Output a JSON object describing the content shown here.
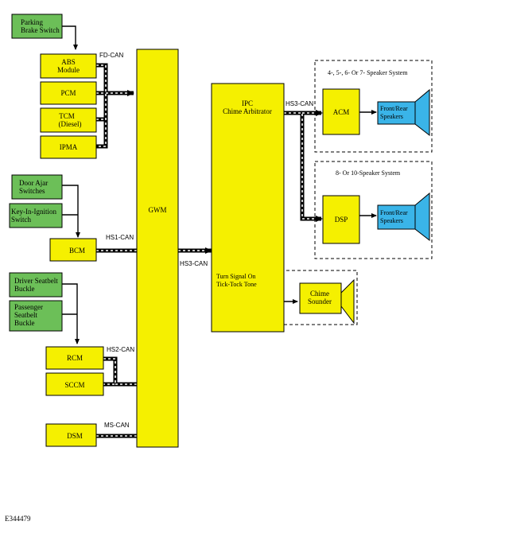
{
  "colors": {
    "module": "#f5f000",
    "input": "#6cbf58",
    "speaker": "#3ab4e8",
    "line": "#000000"
  },
  "inputs": {
    "parking_brake_switch": [
      "Parking",
      "Brake Switch"
    ],
    "door_ajar_switches": [
      "Door Ajar",
      "Switches"
    ],
    "key_in_ignition_switch": [
      "Key-In-Ignition",
      "Switch"
    ],
    "driver_seatbelt_buckle": [
      "Driver Seatbelt",
      "Buckle"
    ],
    "passenger_seatbelt_buckle": [
      "Passenger",
      "Seatbelt",
      "Buckle"
    ]
  },
  "modules": {
    "abs": [
      "ABS",
      "Module"
    ],
    "pcm": [
      "PCM"
    ],
    "tcm": [
      "TCM",
      "(Diesel)"
    ],
    "ipma": [
      "IPMA"
    ],
    "bcm": [
      "BCM"
    ],
    "rcm": [
      "RCM"
    ],
    "sccm": [
      "SCCM"
    ],
    "dsm": [
      "DSM"
    ],
    "gwm": [
      "GWM"
    ],
    "ipc": [
      "IPC",
      "Chime Arbitrator"
    ],
    "acm": [
      "ACM"
    ],
    "dsp": [
      "DSP"
    ],
    "chime_sounder": [
      "Chime",
      "Sounder"
    ]
  },
  "speakers": {
    "front_rear_1": [
      "Front/Rear",
      "Speakers"
    ],
    "front_rear_2": [
      "Front/Rear",
      "Speakers"
    ]
  },
  "buses": {
    "fd_can": "FD-CAN",
    "hs1_can": "HS1-CAN",
    "hs2_can": "HS2-CAN",
    "ms_can": "MS-CAN",
    "hs3_can_gwm": "HS3-CAN",
    "hs3_can_ipc": "HS3-CAN"
  },
  "groups": {
    "speaker_system_1": "4-, 5-, 6- Or 7- Speaker System",
    "speaker_system_2": "8- Or 10-Speaker System",
    "turn_signal": [
      "Turn Signal On",
      "Tick-Tock Tone"
    ]
  },
  "figure_id": "E344479"
}
